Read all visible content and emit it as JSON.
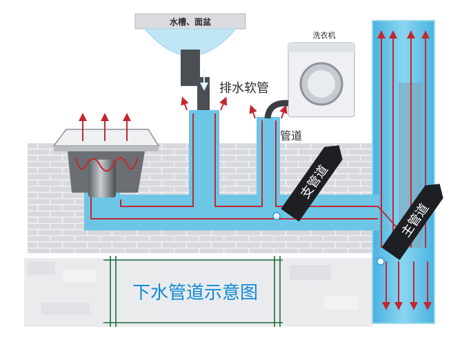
{
  "labels": {
    "sink": "水槽、面盆",
    "washing_machine": "洗衣机",
    "drain_hose": "排水软管",
    "pipe": "管道",
    "branch_pipe": "支管道",
    "main_pipe": "主管道",
    "title": "下水管道示意图"
  },
  "colors": {
    "wall": "#d7d9dd",
    "mortar": "#eef0f2",
    "water": "#6ec6e6",
    "water_deep": "#2d9fd3",
    "flow_arrow": "#c4262e",
    "pipe_dark": "#3a3d41",
    "title_text": "#0f8ad6",
    "tag_bg": "#1d1f22"
  },
  "icons": [
    "floor-drain-icon",
    "sink-basin-icon",
    "washing-machine-icon",
    "flow-arrow-icon",
    "junction-dot-icon"
  ]
}
